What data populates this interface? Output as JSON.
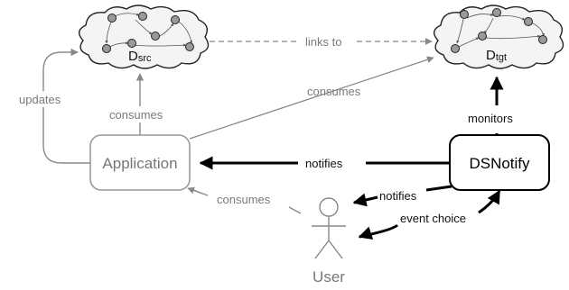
{
  "nodes": {
    "d_src": {
      "base": "D",
      "sub": "src"
    },
    "d_tgt": {
      "base": "D",
      "sub": "tgt"
    },
    "application": "Application",
    "dsnotify": "DSNotify",
    "user": "User"
  },
  "edges": {
    "links_to": "links to",
    "updates": "updates",
    "consumes_app_src": "consumes",
    "consumes_app_tgt": "consumes",
    "notifies_app": "notifies",
    "monitors": "monitors",
    "consumes_user": "consumes",
    "notifies_user": "notifies",
    "event_choice": "event choice"
  },
  "colors": {
    "primary_lines": "#000000",
    "secondary_lines": "#888888",
    "cloud_fill": "#f4f4f4"
  }
}
